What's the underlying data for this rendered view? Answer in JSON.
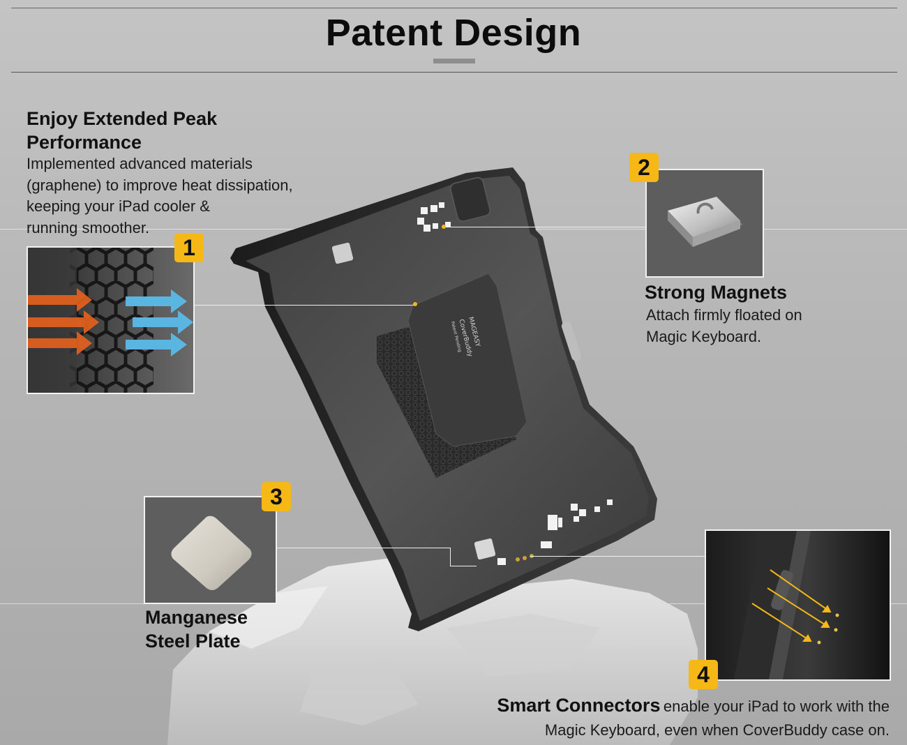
{
  "header": {
    "title": "Patent Design"
  },
  "features": [
    {
      "number": "1",
      "title_line1": "Enjoy Extended Peak",
      "title_line2": "Performance",
      "desc_lines": [
        "Implemented advanced materials",
        "(graphene) to improve heat dissipation,",
        "keeping your iPad cooler &",
        "running smoother."
      ]
    },
    {
      "number": "2",
      "title": "Strong Magnets",
      "desc_lines": [
        "Attach firmly floated on",
        "Magic Keyboard."
      ]
    },
    {
      "number": "3",
      "title_line1": "Manganese",
      "title_line2": "Steel Plate"
    },
    {
      "number": "4",
      "title": "Smart Connectors",
      "desc_inline": "enable your iPad to work with the",
      "desc_line2": "Magic Keyboard, even when CoverBuddy case on."
    }
  ],
  "case_label": {
    "brand": "MAGEASY",
    "product": "CoverBuddy",
    "tag": "Patent Pending"
  },
  "colors": {
    "badge": "#f5b816",
    "heat_in": "#e8621e",
    "heat_out": "#5ab6e0"
  }
}
